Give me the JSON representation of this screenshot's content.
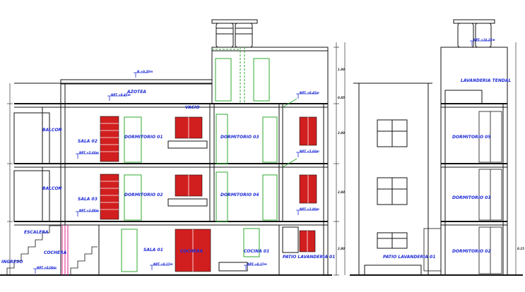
{
  "labels": {
    "azotea": "AZOTEA",
    "vacio": "VACIO",
    "balcon": "BALCON",
    "sala_2": "SALA 02",
    "sala_3": "SALA 03",
    "sala_1": "SALA 01",
    "dormitorio_1": "DORMITORIO 01",
    "dormitorio_2": "DORMITORIO 02",
    "dormitorio_3": "DORMITORIO 03",
    "dormitorio_4": "DORMITORIO 04",
    "dormitorio_5": "DORMITORIO 05",
    "escalera": "ESCALERA",
    "cochera": "COCHERA",
    "cocina_1": "COCINA 01",
    "patio_lavanderia": "PATIO LAVANDERIA 01",
    "lavanderia_tendal": "LAVANDERIA TENDAL",
    "ingreso": "INGRESO"
  },
  "levels": {
    "tanque": "NPT +10.25m",
    "techo": "N +9.20m",
    "azotea": "NPT +8.45m",
    "azotea_side": "NPT +8.45m",
    "piso3": "NPT +5.60m",
    "piso3_side": "NPT +5.60m",
    "piso2": "NPT +2.80m",
    "piso2_side": "NPT +2.80m",
    "piso1": "NPT +0.15m",
    "piso1_side": "NPT +0.15m",
    "calle": "NPT ±0.00m"
  },
  "dims": {
    "d1": "1.90",
    "d2": "0.85",
    "d3": "2.80",
    "d4": "2.80",
    "d5": "2.80",
    "d6": "0.15"
  },
  "colors": {
    "wall": "#111111",
    "text": "#1e2bd8",
    "door": "#2fa82f",
    "window": "#d11f1f",
    "stair": "#e01a8c"
  }
}
